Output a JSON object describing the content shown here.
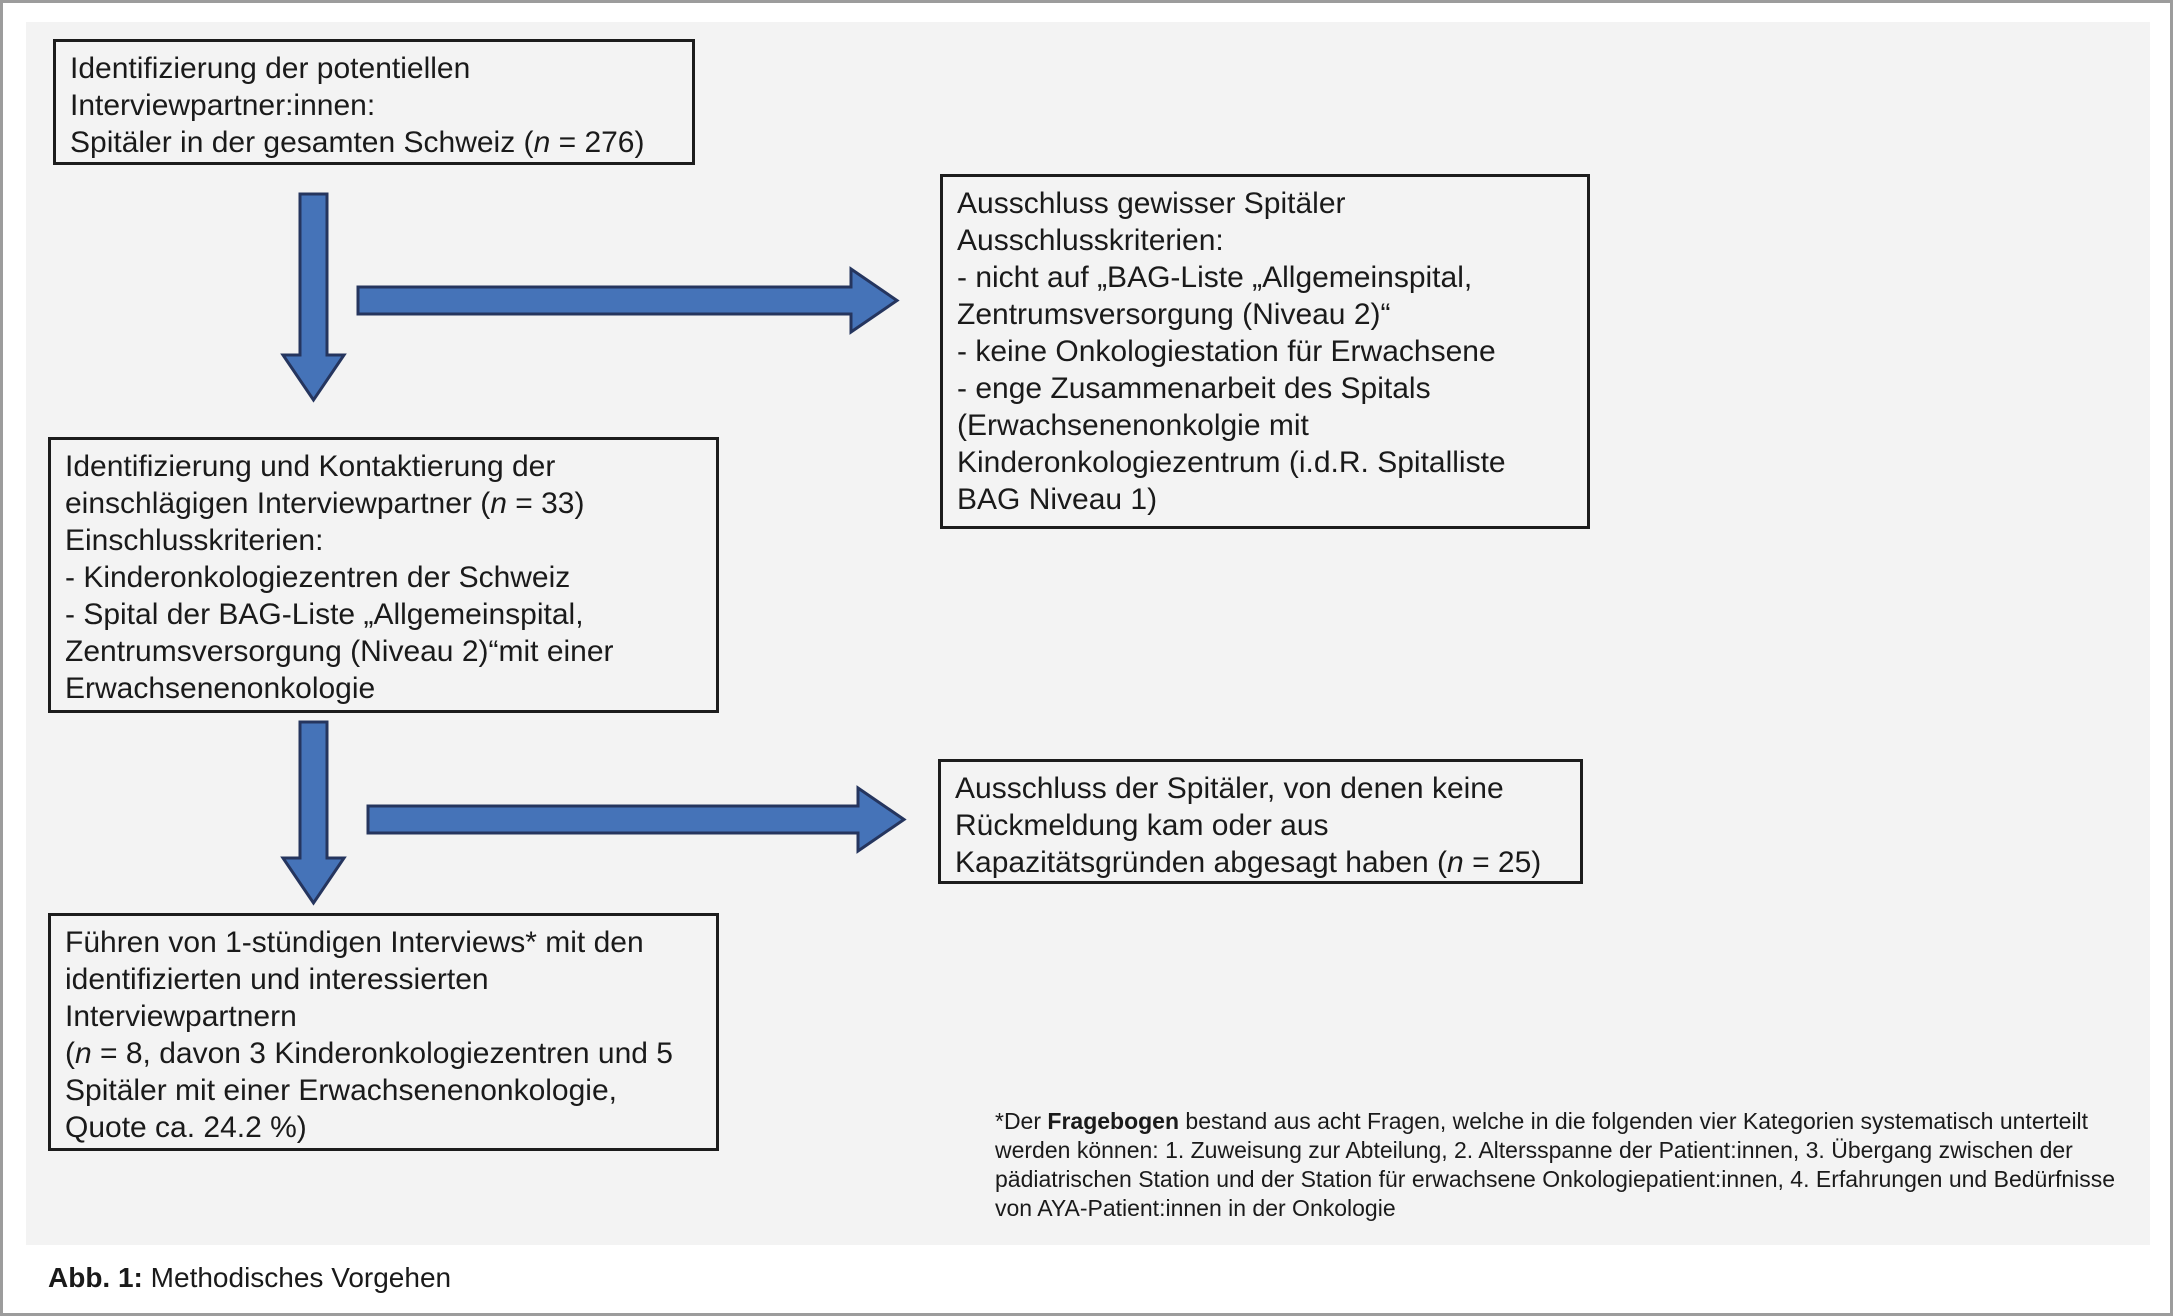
{
  "colors": {
    "page_bg": "#ffffff",
    "page_border": "#9c9c9c",
    "panel_bg": "#f3f3f3",
    "box_border": "#1c1c1c",
    "text": "#1a1a1a",
    "arrow_fill": "#4573b8",
    "arrow_stroke": "#25355e"
  },
  "figure": {
    "caption_lines": [
      [
        {
          "text": "Abb. 1:",
          "bold": true
        },
        {
          "text": " Methodisches Vorgehen"
        }
      ]
    ]
  },
  "flowchart": {
    "boxes": [
      {
        "id": "box-identification",
        "lines": [
          [
            {
              "text": "Identifizierung der potentiellen"
            }
          ],
          [
            {
              "text": "Interviewpartner:innen:"
            }
          ],
          [
            {
              "text": "Spitäler in der gesamten Schweiz ("
            },
            {
              "text": "n",
              "italic": true
            },
            {
              "text": " = 276)"
            }
          ]
        ]
      },
      {
        "id": "box-exclusion-criteria",
        "lines": [
          [
            {
              "text": "Ausschluss gewisser Spitäler"
            }
          ],
          [
            {
              "text": "Ausschlusskriterien:"
            }
          ],
          [
            {
              "text": "- nicht auf „BAG-Liste „Allgemeinspital,"
            }
          ],
          [
            {
              "text": "Zentrumsversorgung (Niveau 2)“"
            }
          ],
          [
            {
              "text": "- keine Onkologiestation für Erwachsene"
            }
          ],
          [
            {
              "text": "- enge Zusammenarbeit des Spitals"
            }
          ],
          [
            {
              "text": "(Erwachsenenonkolgie mit"
            }
          ],
          [
            {
              "text": "Kinderonkologiezentrum (i.d.R. Spitalliste"
            }
          ],
          [
            {
              "text": "BAG Niveau 1)"
            }
          ]
        ]
      },
      {
        "id": "box-contact",
        "lines": [
          [
            {
              "text": "Identifizierung und Kontaktierung der"
            }
          ],
          [
            {
              "text": "einschlägigen Interviewpartner ("
            },
            {
              "text": "n",
              "italic": true
            },
            {
              "text": " = 33)"
            }
          ],
          [
            {
              "text": "Einschlusskriterien:"
            }
          ],
          [
            {
              "text": "- Kinderonkologiezentren der Schweiz"
            }
          ],
          [
            {
              "text": "- Spital der BAG-Liste „Allgemeinspital,"
            }
          ],
          [
            {
              "text": "Zentrumsversorgung (Niveau 2)“mit einer"
            }
          ],
          [
            {
              "text": "Erwachsenenonkologie"
            }
          ]
        ]
      },
      {
        "id": "box-exclusion-no-response",
        "lines": [
          [
            {
              "text": "Ausschluss der Spitäler, von denen keine"
            }
          ],
          [
            {
              "text": "Rückmeldung kam oder aus"
            }
          ],
          [
            {
              "text": "Kapazitätsgründen abgesagt haben ("
            },
            {
              "text": "n",
              "italic": true
            },
            {
              "text": " = 25)"
            }
          ]
        ]
      },
      {
        "id": "box-interviews",
        "lines": [
          [
            {
              "text": "Führen von 1-stündigen Interviews* mit den"
            }
          ],
          [
            {
              "text": "identifizierten und interessierten"
            }
          ],
          [
            {
              "text": "Interviewpartnern"
            }
          ],
          [
            {
              "text": "("
            },
            {
              "text": "n",
              "italic": true
            },
            {
              "text": " = 8, davon 3 Kinderonkologiezentren und 5"
            }
          ],
          [
            {
              "text": "Spitäler mit einer Erwachsenenonkologie,"
            }
          ],
          [
            {
              "text": "Quote ca. 24.2 %)"
            }
          ]
        ]
      }
    ],
    "arrows": [
      {
        "id": "arrow-down-1",
        "direction": "down"
      },
      {
        "id": "arrow-right-1",
        "direction": "right"
      },
      {
        "id": "arrow-down-2",
        "direction": "down"
      },
      {
        "id": "arrow-right-2",
        "direction": "right"
      }
    ],
    "footnote_lines": [
      [
        {
          "text": "*Der "
        },
        {
          "text": "Fragebogen",
          "bold": true
        },
        {
          "text": " bestand aus acht Fragen, welche in die folgenden vier Kategorien systematisch unterteilt"
        }
      ],
      [
        {
          "text": "werden können: 1. Zuweisung zur Abteilung, 2. Altersspanne der Patient:innen, 3. Übergang zwischen der"
        }
      ],
      [
        {
          "text": "pädiatrischen Station und der Station für erwachsene Onkologiepatient:innen, 4. Erfahrungen und Bedürfnisse"
        }
      ],
      [
        {
          "text": "von AYA-Patient:innen in der Onkologie"
        }
      ]
    ]
  }
}
